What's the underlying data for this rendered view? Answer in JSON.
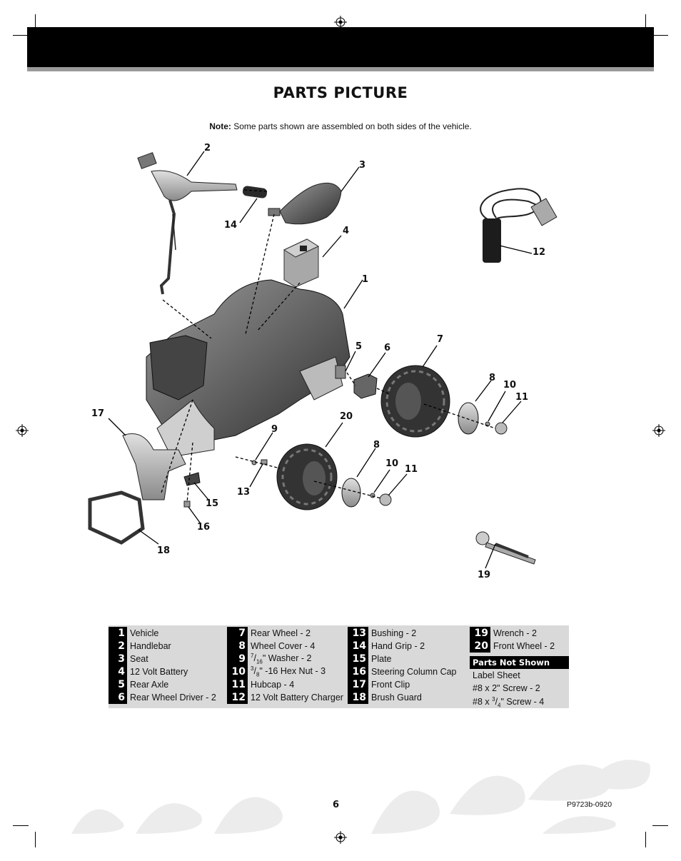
{
  "page": {
    "title": "PARTS PICTURE",
    "note_label": "Note:",
    "note_text": " Some parts shown are assembled on both sides of the vehicle.",
    "page_number": "6",
    "doc_code": "P9723b-0920"
  },
  "callouts": [
    "2",
    "3",
    "14",
    "4",
    "12",
    "1",
    "5",
    "6",
    "7",
    "8",
    "10",
    "11",
    "17",
    "9",
    "20",
    "8",
    "10",
    "11",
    "13",
    "15",
    "16",
    "18",
    "19"
  ],
  "parts": {
    "col1": [
      {
        "num": "1",
        "label": "Vehicle"
      },
      {
        "num": "2",
        "label": "Handlebar"
      },
      {
        "num": "3",
        "label": "Seat"
      },
      {
        "num": "4",
        "label": "12 Volt Battery"
      },
      {
        "num": "5",
        "label": " Rear Axle"
      },
      {
        "num": "6",
        "label": " Rear Wheel Driver - 2"
      }
    ],
    "col2": [
      {
        "num": "7",
        "label": "Rear Wheel - 2"
      },
      {
        "num": "8",
        "label": "Wheel Cover - 4"
      },
      {
        "num": "9",
        "label_pre": "7",
        "label_den": "16",
        "label": "\" Washer - 2"
      },
      {
        "num": "10",
        "label_pre": "3",
        "label_den": "8",
        "label": "\" -16 Hex Nut - 3"
      },
      {
        "num": "11",
        "label": "Hubcap - 4"
      },
      {
        "num": "12",
        "label": "12 Volt Battery Charger"
      }
    ],
    "col3": [
      {
        "num": "13",
        "label": "Bushing - 2"
      },
      {
        "num": "14",
        "label": "Hand Grip - 2"
      },
      {
        "num": "15",
        "label": "Plate"
      },
      {
        "num": "16",
        "label": "Steering Column Cap"
      },
      {
        "num": "17",
        "label": "Front Clip"
      },
      {
        "num": "18",
        "label": "Brush Guard"
      }
    ],
    "col4": [
      {
        "num": "19",
        "label": "Wrench - 2"
      },
      {
        "num": "20",
        "label": "Front Wheel - 2"
      }
    ],
    "not_shown_header": "Parts Not Shown",
    "not_shown": {
      "item1": "Label Sheet",
      "item2": "#8 x 2\" Screw - 2",
      "item3_pre": "#8 x ",
      "item3_num": "3",
      "item3_den": "4",
      "item3_post": "\" Screw - 4"
    }
  }
}
